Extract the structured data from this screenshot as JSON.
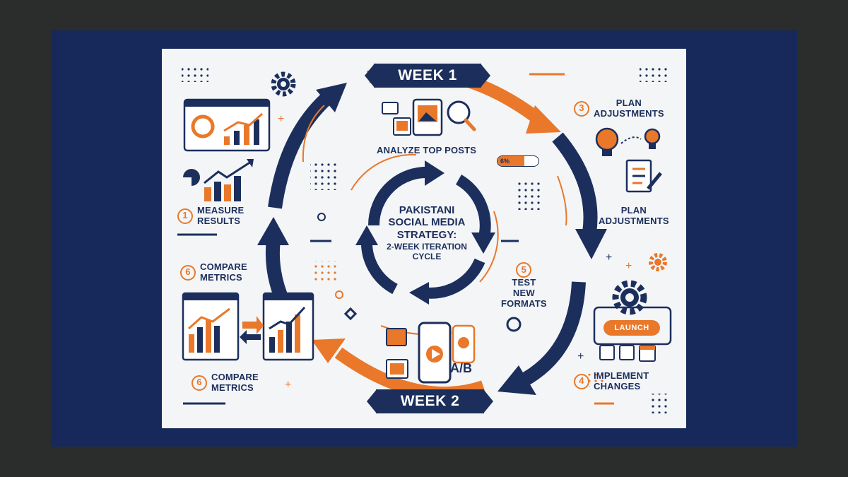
{
  "title": {
    "line1": "PAKISTANI",
    "line2": "SOCIAL MEDIA",
    "line3": "STRATEGY:",
    "line4": "2-WEEK ITERATION",
    "line5": "CYCLE"
  },
  "weeks": {
    "week1": "WEEK 1",
    "week2": "WEEK 2"
  },
  "steps": {
    "measure": {
      "num": "1",
      "line1": "MEASURE",
      "line2": "RESULTS"
    },
    "analyze": {
      "label": "ANALYZE TOP POSTS"
    },
    "plan_top": {
      "num": "3",
      "line1": "PLAN",
      "line2": "ADJUSTMENTS"
    },
    "plan_bottom": {
      "line1": "PLAN",
      "line2": "ADJUSTMENTS"
    },
    "implement": {
      "num": "4",
      "line1": "IMPLEMENT",
      "line2": "CHANGES"
    },
    "test": {
      "num": "5",
      "line1": "TEST",
      "line2": "NEW",
      "line3": "FORMATS"
    },
    "compare_top": {
      "num": "6",
      "line1": "COMPARE",
      "line2": "METRICS"
    },
    "compare_bottom": {
      "num": "6",
      "line1": "COMPARE",
      "line2": "METRICS"
    }
  },
  "badges": {
    "launch": "LAUNCH",
    "progress_text": "6%",
    "progress_level": 0.65,
    "ab": "A/B"
  },
  "colors": {
    "navy": "#1c2f5c",
    "orange": "#e9782a",
    "frame": "#16295a",
    "canvas": "#f4f5f7",
    "backdrop": "#2b2c2c"
  }
}
